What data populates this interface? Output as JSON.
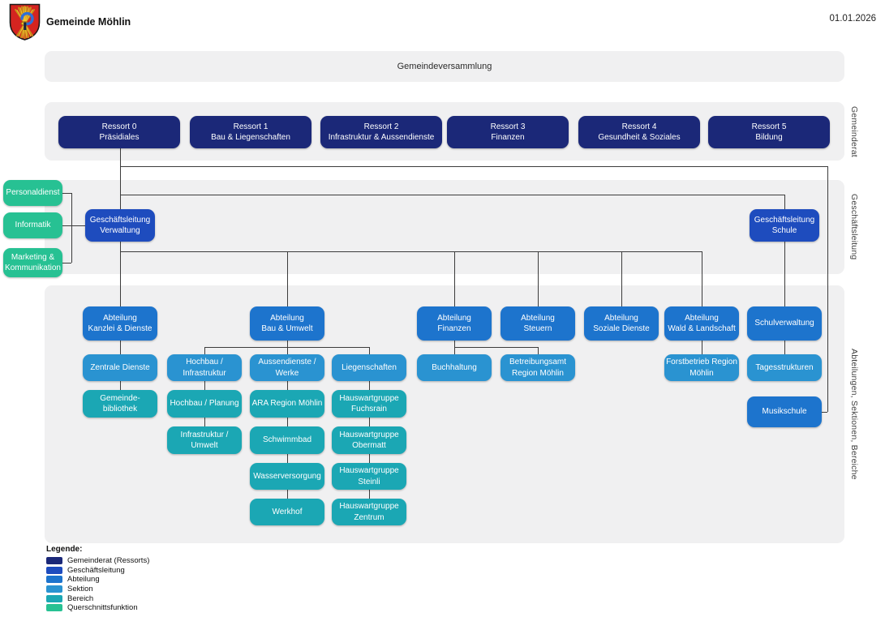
{
  "header": {
    "title": "Gemeinde Möhlin",
    "date": "01.01.2026"
  },
  "assembly": "Gemeindeversammlung",
  "side_labels": {
    "gemeinderat": "Gemeinderat",
    "geschaeftsleitung": "Geschäftsleitung",
    "abteilungen": "Abteilungen, Sektionen, Bereiche"
  },
  "colors": {
    "gemeinderat": "#1b2878",
    "geschaeftsleitung": "#1e4cbe",
    "abteilung": "#1d74cd",
    "sektion": "#2a93d1",
    "bereich": "#1ba7b4",
    "querschnittsfunktion": "#27c193",
    "band": "#f0f0f1",
    "line": "#3c3c3c"
  },
  "nodes": {
    "r0": "Ressort 0\nPräsidiales",
    "r1": "Ressort 1\nBau & Liegenschaften",
    "r2": "Ressort 2\nInfrastruktur & Aussendienste",
    "r3": "Ressort 3\nFinanzen",
    "r4": "Ressort 4\nGesundheit & Soziales",
    "r5": "Ressort 5\nBildung",
    "gl_verwaltung": "Geschäftsleitung\nVerwaltung",
    "gl_schule": "Geschäftsleitung\nSchule",
    "personaldienst": "Personaldienst",
    "informatik": "Informatik",
    "marketing": "Marketing &\nKommunikation",
    "kanzlei": "Abteilung\nKanzlei & Dienste",
    "bau_umwelt": "Abteilung\nBau & Umwelt",
    "finanzen": "Abteilung\nFinanzen",
    "steuern": "Abteilung\nSteuern",
    "soziale": "Abteilung\nSoziale Dienste",
    "wald": "Abteilung\nWald & Landschaft",
    "schulverwaltung": "Schulverwaltung",
    "zentrale_dienste": "Zentrale Dienste",
    "gemeindebibliothek": "Gemeinde-\nbibliothek",
    "hochbau_infrastruktur": "Hochbau /\nInfrastruktur",
    "aussendienste_werke": "Aussendienste /\nWerke",
    "liegenschaften": "Liegenschaften",
    "buchhaltung": "Buchhaltung",
    "betreibungsamt": "Betreibungsamt\nRegion Möhlin",
    "forstbetrieb": "Forstbetrieb Region\nMöhlin",
    "tagesstrukturen": "Tagesstrukturen",
    "hochbau_planung": "Hochbau / Planung",
    "infrastruktur_umwelt": "Infrastruktur /\nUmwelt",
    "ara": "ARA Region Möhlin",
    "schwimmbad": "Schwimmbad",
    "wasserversorgung": "Wasserversorgung",
    "werkhof": "Werkhof",
    "hw_fuchsrain": "Hauswartgruppe\nFuchsrain",
    "hw_obermatt": "Hauswartgruppe\nObermatt",
    "hw_steinli": "Hauswartgruppe\nSteinli",
    "hw_zentrum": "Hauswartgruppe\nZentrum",
    "musikschule": "Musikschule"
  },
  "legend": {
    "title": "Legende:",
    "items": [
      {
        "label": "Gemeinderat (Ressorts)"
      },
      {
        "label": "Geschäftsleitung"
      },
      {
        "label": "Abteilung"
      },
      {
        "label": "Sektion"
      },
      {
        "label": "Bereich"
      },
      {
        "label": "Querschnittsfunktion"
      }
    ]
  }
}
